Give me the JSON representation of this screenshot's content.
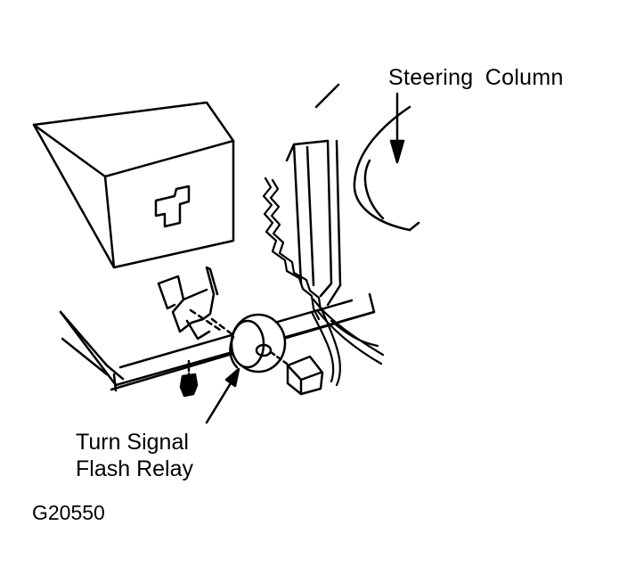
{
  "labels": {
    "steering_column": "Steering  Column",
    "relay_line1": "Turn Signal",
    "relay_line2": "Flash Relay",
    "figure_id": "G20550"
  },
  "colors": {
    "ink": "#000000",
    "paper": "#ffffff"
  }
}
